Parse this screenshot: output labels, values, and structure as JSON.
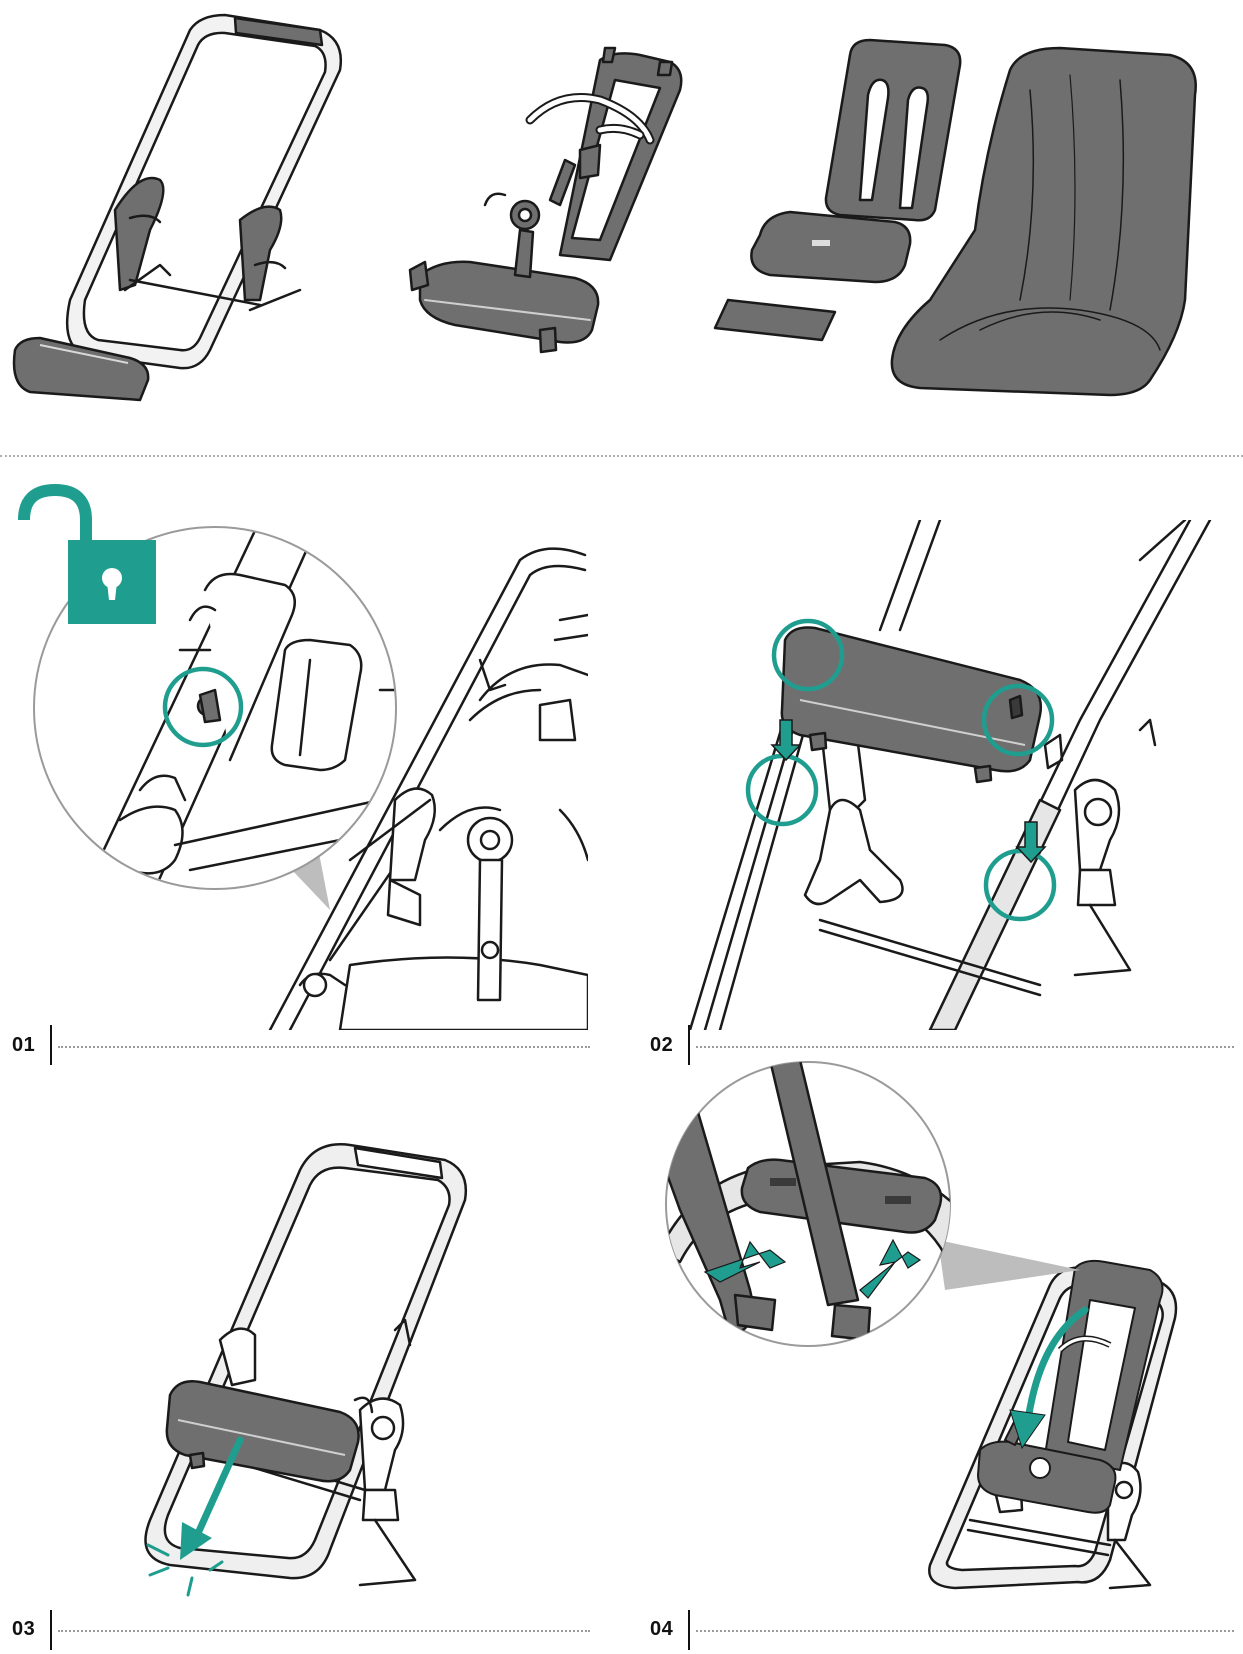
{
  "steps": [
    {
      "label": "01"
    },
    {
      "label": "02"
    },
    {
      "label": "03"
    },
    {
      "label": "04"
    }
  ],
  "colors": {
    "accent": "#1f9e8f",
    "part_fill": "#6f6f6f",
    "outline": "#1a1a1a",
    "frame_fill": "#e9e9e9"
  },
  "icons": [
    "unlock-icon"
  ]
}
